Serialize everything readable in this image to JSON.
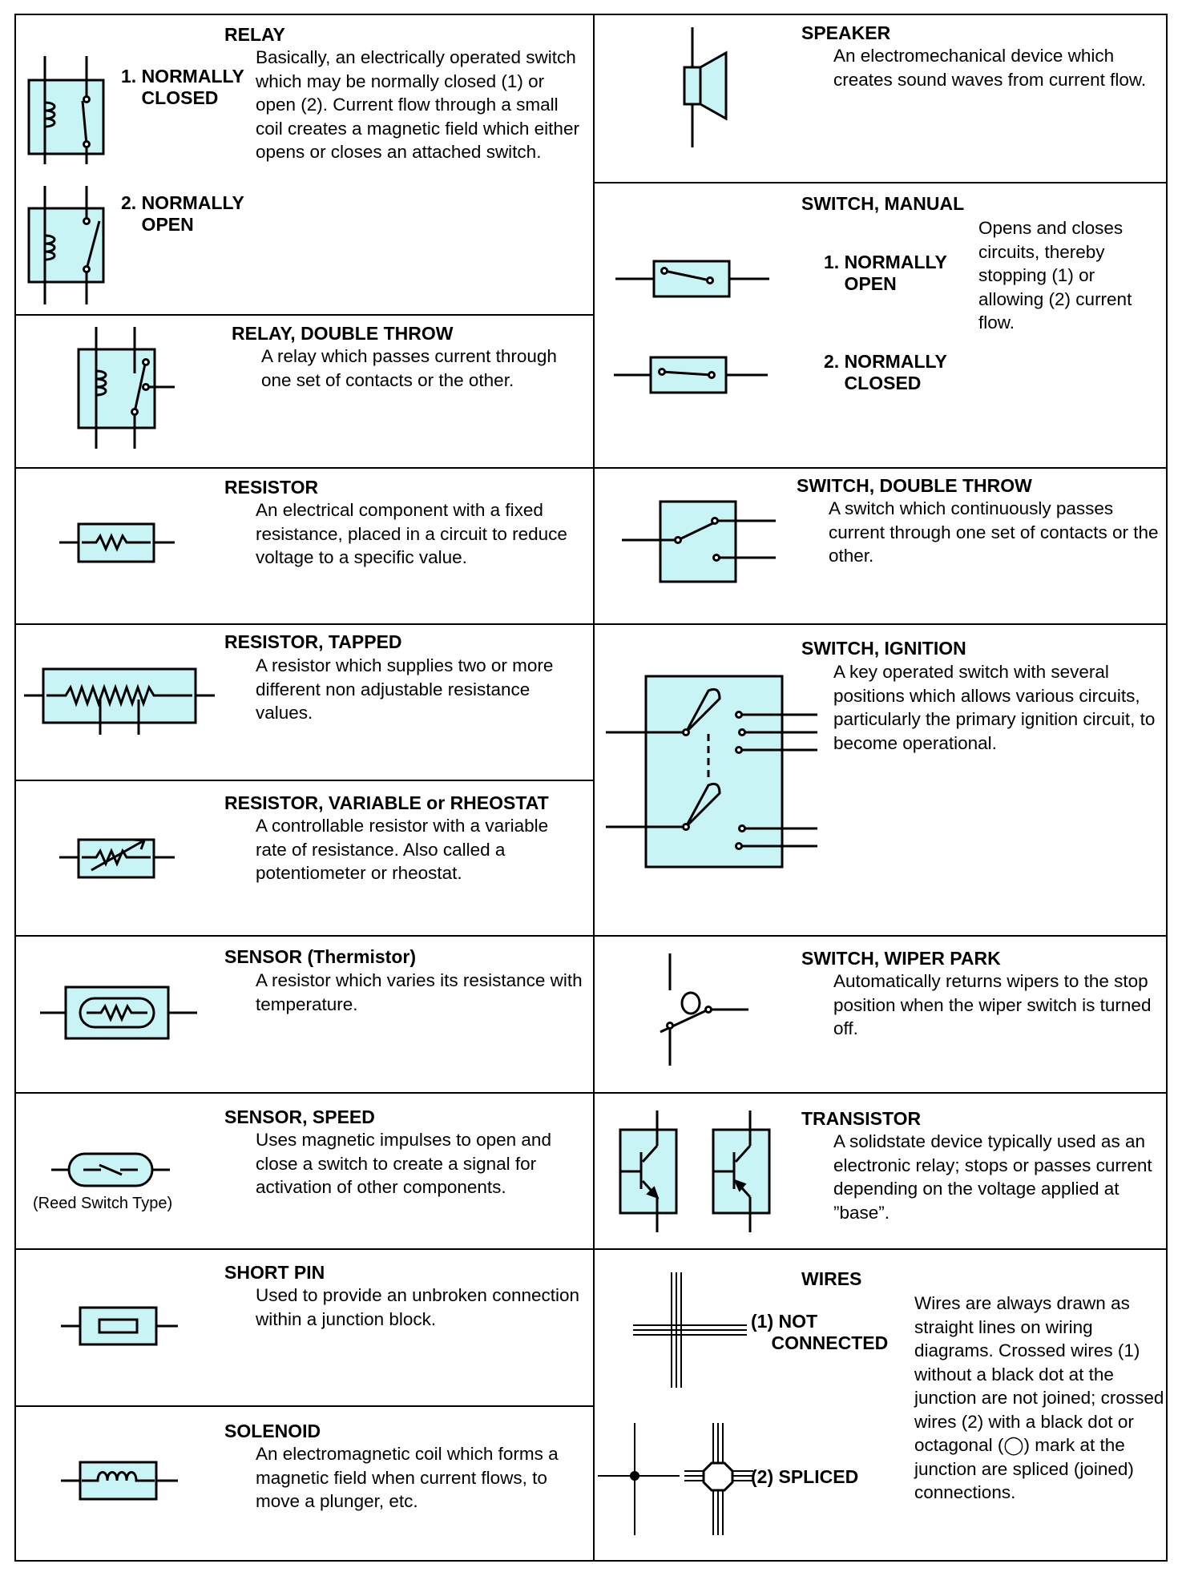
{
  "left": {
    "relay": {
      "title": "RELAY",
      "description": "Basically, an electrically operated switch which may be normally closed (1) or open (2). Current flow through a small coil creates a magnetic field which either opens or closes an attached switch.",
      "nc_label": "1. NORMALLY\n    CLOSED",
      "no_label": "2. NORMALLY\n    OPEN"
    },
    "relay_double_throw": {
      "title": "RELAY, DOUBLE THROW",
      "description": "A relay which passes current through one set of contacts or the other."
    },
    "resistor": {
      "title": "RESISTOR",
      "description": "An electrical component with a fixed resistance, placed in a circuit to reduce voltage to a specific value."
    },
    "resistor_tapped": {
      "title": "RESISTOR, TAPPED",
      "description": "A resistor which supplies two or more different non adjustable resistance values."
    },
    "resistor_variable": {
      "title": "RESISTOR, VARIABLE or RHEOSTAT",
      "description": "A controllable resistor with a variable rate of resistance. Also called a potentiometer or rheostat."
    },
    "sensor_thermistor": {
      "title": "SENSOR (Thermistor)",
      "description": "A resistor which varies its resistance with temperature."
    },
    "sensor_speed": {
      "title": "SENSOR, SPEED",
      "description": "Uses magnetic impulses to open and close a switch to create a signal for activation of other components.",
      "caption": "(Reed Switch Type)"
    },
    "short_pin": {
      "title": "SHORT PIN",
      "description": "Used to provide an unbroken connection within a junction block."
    },
    "solenoid": {
      "title": "SOLENOID",
      "description": "An electromagnetic coil which forms a magnetic field when current flows, to move a plunger, etc."
    }
  },
  "right": {
    "speaker": {
      "title": "SPEAKER",
      "description": "An electromechanical device which creates sound waves from current flow."
    },
    "switch_manual": {
      "title": "SWITCH, MANUAL",
      "description": "Opens and closes circuits, thereby stopping (1) or allowing (2) current flow.",
      "no_label": "1. NORMALLY\n    OPEN",
      "nc_label": "2. NORMALLY\n    CLOSED"
    },
    "switch_double_throw": {
      "title": "SWITCH, DOUBLE THROW",
      "description": "A switch which continuously passes current through one set of contacts or the other."
    },
    "switch_ignition": {
      "title": "SWITCH, IGNITION",
      "description": "A key operated switch with several positions which allows various circuits, particularly the primary ignition circuit, to become operational."
    },
    "switch_wiper_park": {
      "title": "SWITCH, WIPER PARK",
      "description": "Automatically returns wipers to the stop position when the wiper switch is turned off."
    },
    "transistor": {
      "title": "TRANSISTOR",
      "description": "A solidstate device typically used as an electronic relay; stops or passes current depending on the voltage applied at ”base”."
    },
    "wires": {
      "title": "WIRES",
      "not_connected_label": "(1) NOT\n    CONNECTED",
      "spliced_label": "(2) SPLICED",
      "description": "Wires are always drawn as straight lines on wiring diagrams. Crossed wires (1) without a black dot at the junction are not joined; crossed wires (2) with a black dot or octagonal (◯) mark at the junction are spliced (joined) connections."
    }
  },
  "colors": {
    "symbol_fill": "#c9f4f6",
    "line": "#000000",
    "background": "#ffffff"
  }
}
